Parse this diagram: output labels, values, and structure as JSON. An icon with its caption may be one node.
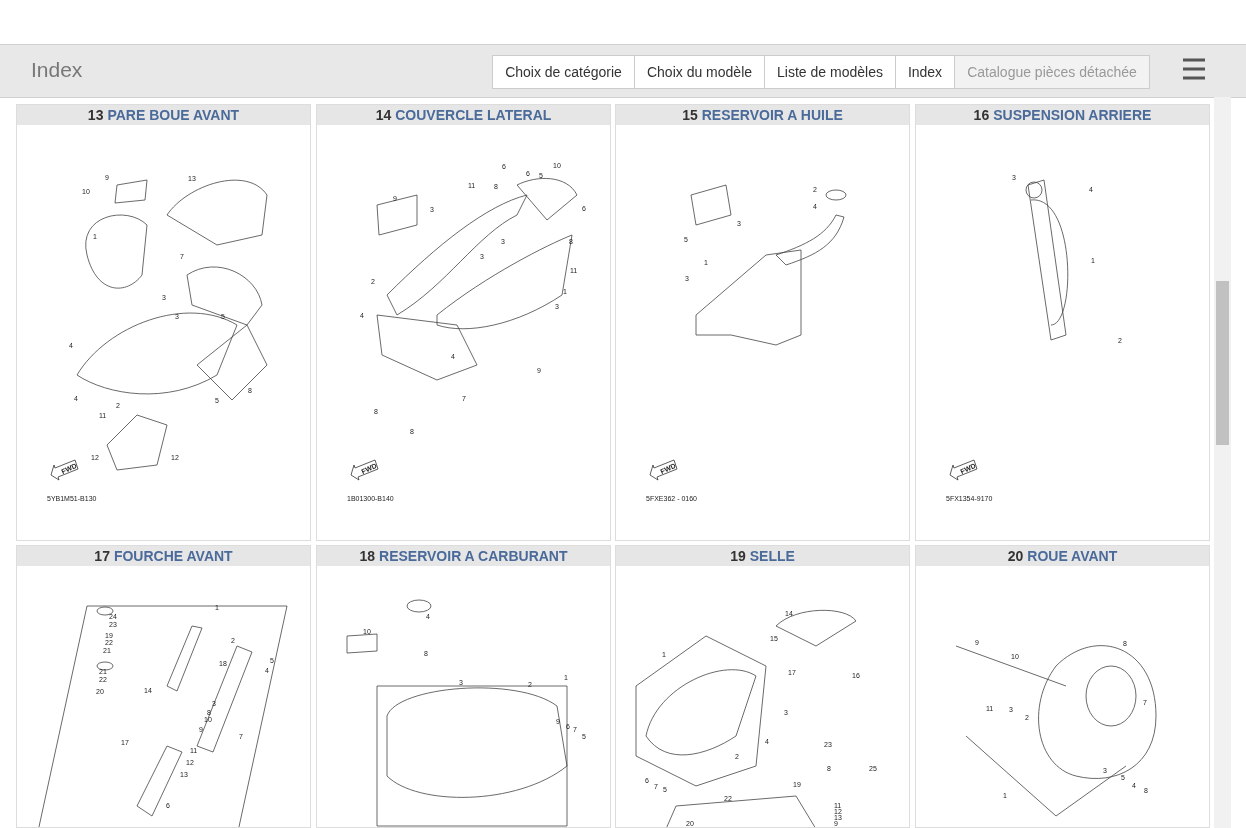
{
  "diagram": {
    "nodes": [
      {
        "text": [
          "13",
          "PARE BOUE AVANT",
          "FWD",
          "5YB1M51-B130"
        ]
      },
      {
        "text": [
          "14",
          "COUVERCLE LATERAL",
          "FWD",
          "1B01300-B140"
        ]
      },
      {
        "text": [
          "15",
          "RESERVOIR A HUILE",
          "FWD",
          "5FXE362 - 0160"
        ]
      },
      {
        "text": [
          "16",
          "SUSPENSION ARRIERE",
          "FWD",
          "5FX1354-9170"
        ]
      },
      {
        "text": [
          "17",
          "FOURCHE AVANT"
        ]
      },
      {
        "text": [
          "18",
          "RESERVOIR A CARBURANT"
        ]
      },
      {
        "text": [
          "19",
          "SELLE"
        ]
      },
      {
        "text": [
          "20",
          "ROUE AVANT"
        ]
      }
    ],
    "labels": [
      "Index",
      "Choix de catégorie",
      "Choix du modèle",
      "Liste de modèles",
      "Index",
      "Catalogue pièces détachée",
      "9",
      "13",
      "10",
      "1",
      "7",
      "3",
      "3",
      "5",
      "4",
      "4",
      "8",
      "2",
      "5",
      "11",
      "12",
      "12",
      "6",
      "10",
      "6",
      "5",
      "11",
      "8",
      "9",
      "3",
      "6",
      "3",
      "8",
      "3",
      "11",
      "2",
      "1",
      "3",
      "4",
      "4",
      "9",
      "7",
      "8",
      "8",
      "2",
      "4",
      "5",
      "3",
      "1",
      "3",
      "3",
      "4",
      "1",
      "2",
      "1",
      "24",
      "23",
      "19",
      "22",
      "21",
      "21",
      "22",
      "20",
      "2",
      "18",
      "5",
      "4",
      "14",
      "3",
      "8",
      "10",
      "9",
      "7",
      "17",
      "11",
      "12",
      "13",
      "6",
      "4",
      "10",
      "8",
      "1",
      "3",
      "2",
      "9",
      "6",
      "7",
      "5",
      "14",
      "15",
      "1",
      "17",
      "16",
      "3",
      "4",
      "23",
      "2",
      "8",
      "25",
      "6",
      "7",
      "5",
      "19",
      "22",
      "11",
      "12",
      "13",
      "20",
      "9",
      "9",
      "10",
      "8",
      "7",
      "11",
      "3",
      "2",
      "3",
      "5",
      "4",
      "8",
      "1"
    ]
  }
}
